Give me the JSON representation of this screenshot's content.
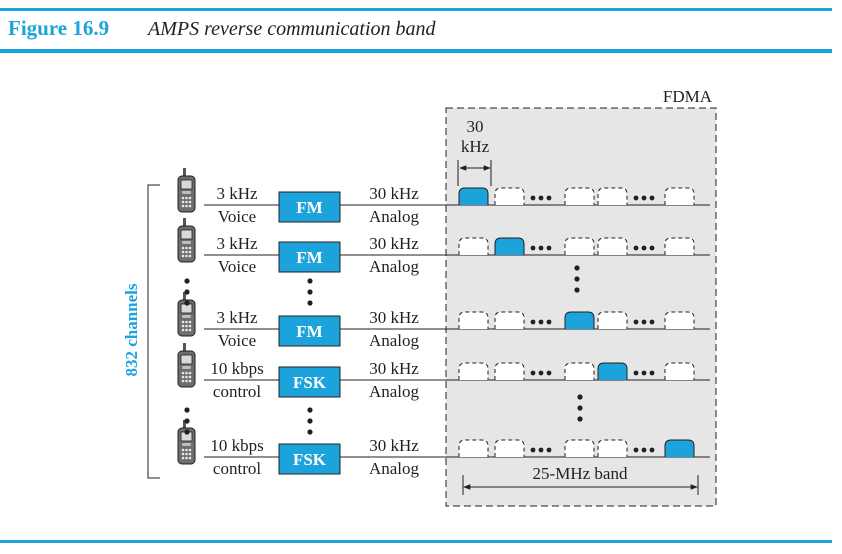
{
  "figure": {
    "number": "Figure 16.9",
    "title": "AMPS reverse communication band"
  },
  "colors": {
    "accent": "#1ca3dc",
    "band_background": "#e6e6e6",
    "text": "#231f20"
  },
  "fdma": {
    "label": "FDMA",
    "slot_width_value": "30",
    "slot_width_unit": "kHz",
    "band_label": "25-MHz band",
    "slots_per_row": 7,
    "active_slots": [
      0,
      1,
      3,
      4,
      6
    ]
  },
  "side_label": "832 channels",
  "channels": [
    {
      "input_rate": "3 kHz",
      "input_type": "Voice",
      "modulator": "FM",
      "output_rate": "30 kHz",
      "output_type": "Analog"
    },
    {
      "input_rate": "3 kHz",
      "input_type": "Voice",
      "modulator": "FM",
      "output_rate": "30 kHz",
      "output_type": "Analog"
    },
    {
      "input_rate": "3 kHz",
      "input_type": "Voice",
      "modulator": "FM",
      "output_rate": "30 kHz",
      "output_type": "Analog"
    },
    {
      "input_rate": "10 kbps",
      "input_type": "control",
      "modulator": "FSK",
      "output_rate": "30 kHz",
      "output_type": "Analog"
    },
    {
      "input_rate": "10 kbps",
      "input_type": "control",
      "modulator": "FSK",
      "output_rate": "30 kHz",
      "output_type": "Analog"
    }
  ],
  "icons": {
    "phone": "cell-phone-icon"
  }
}
